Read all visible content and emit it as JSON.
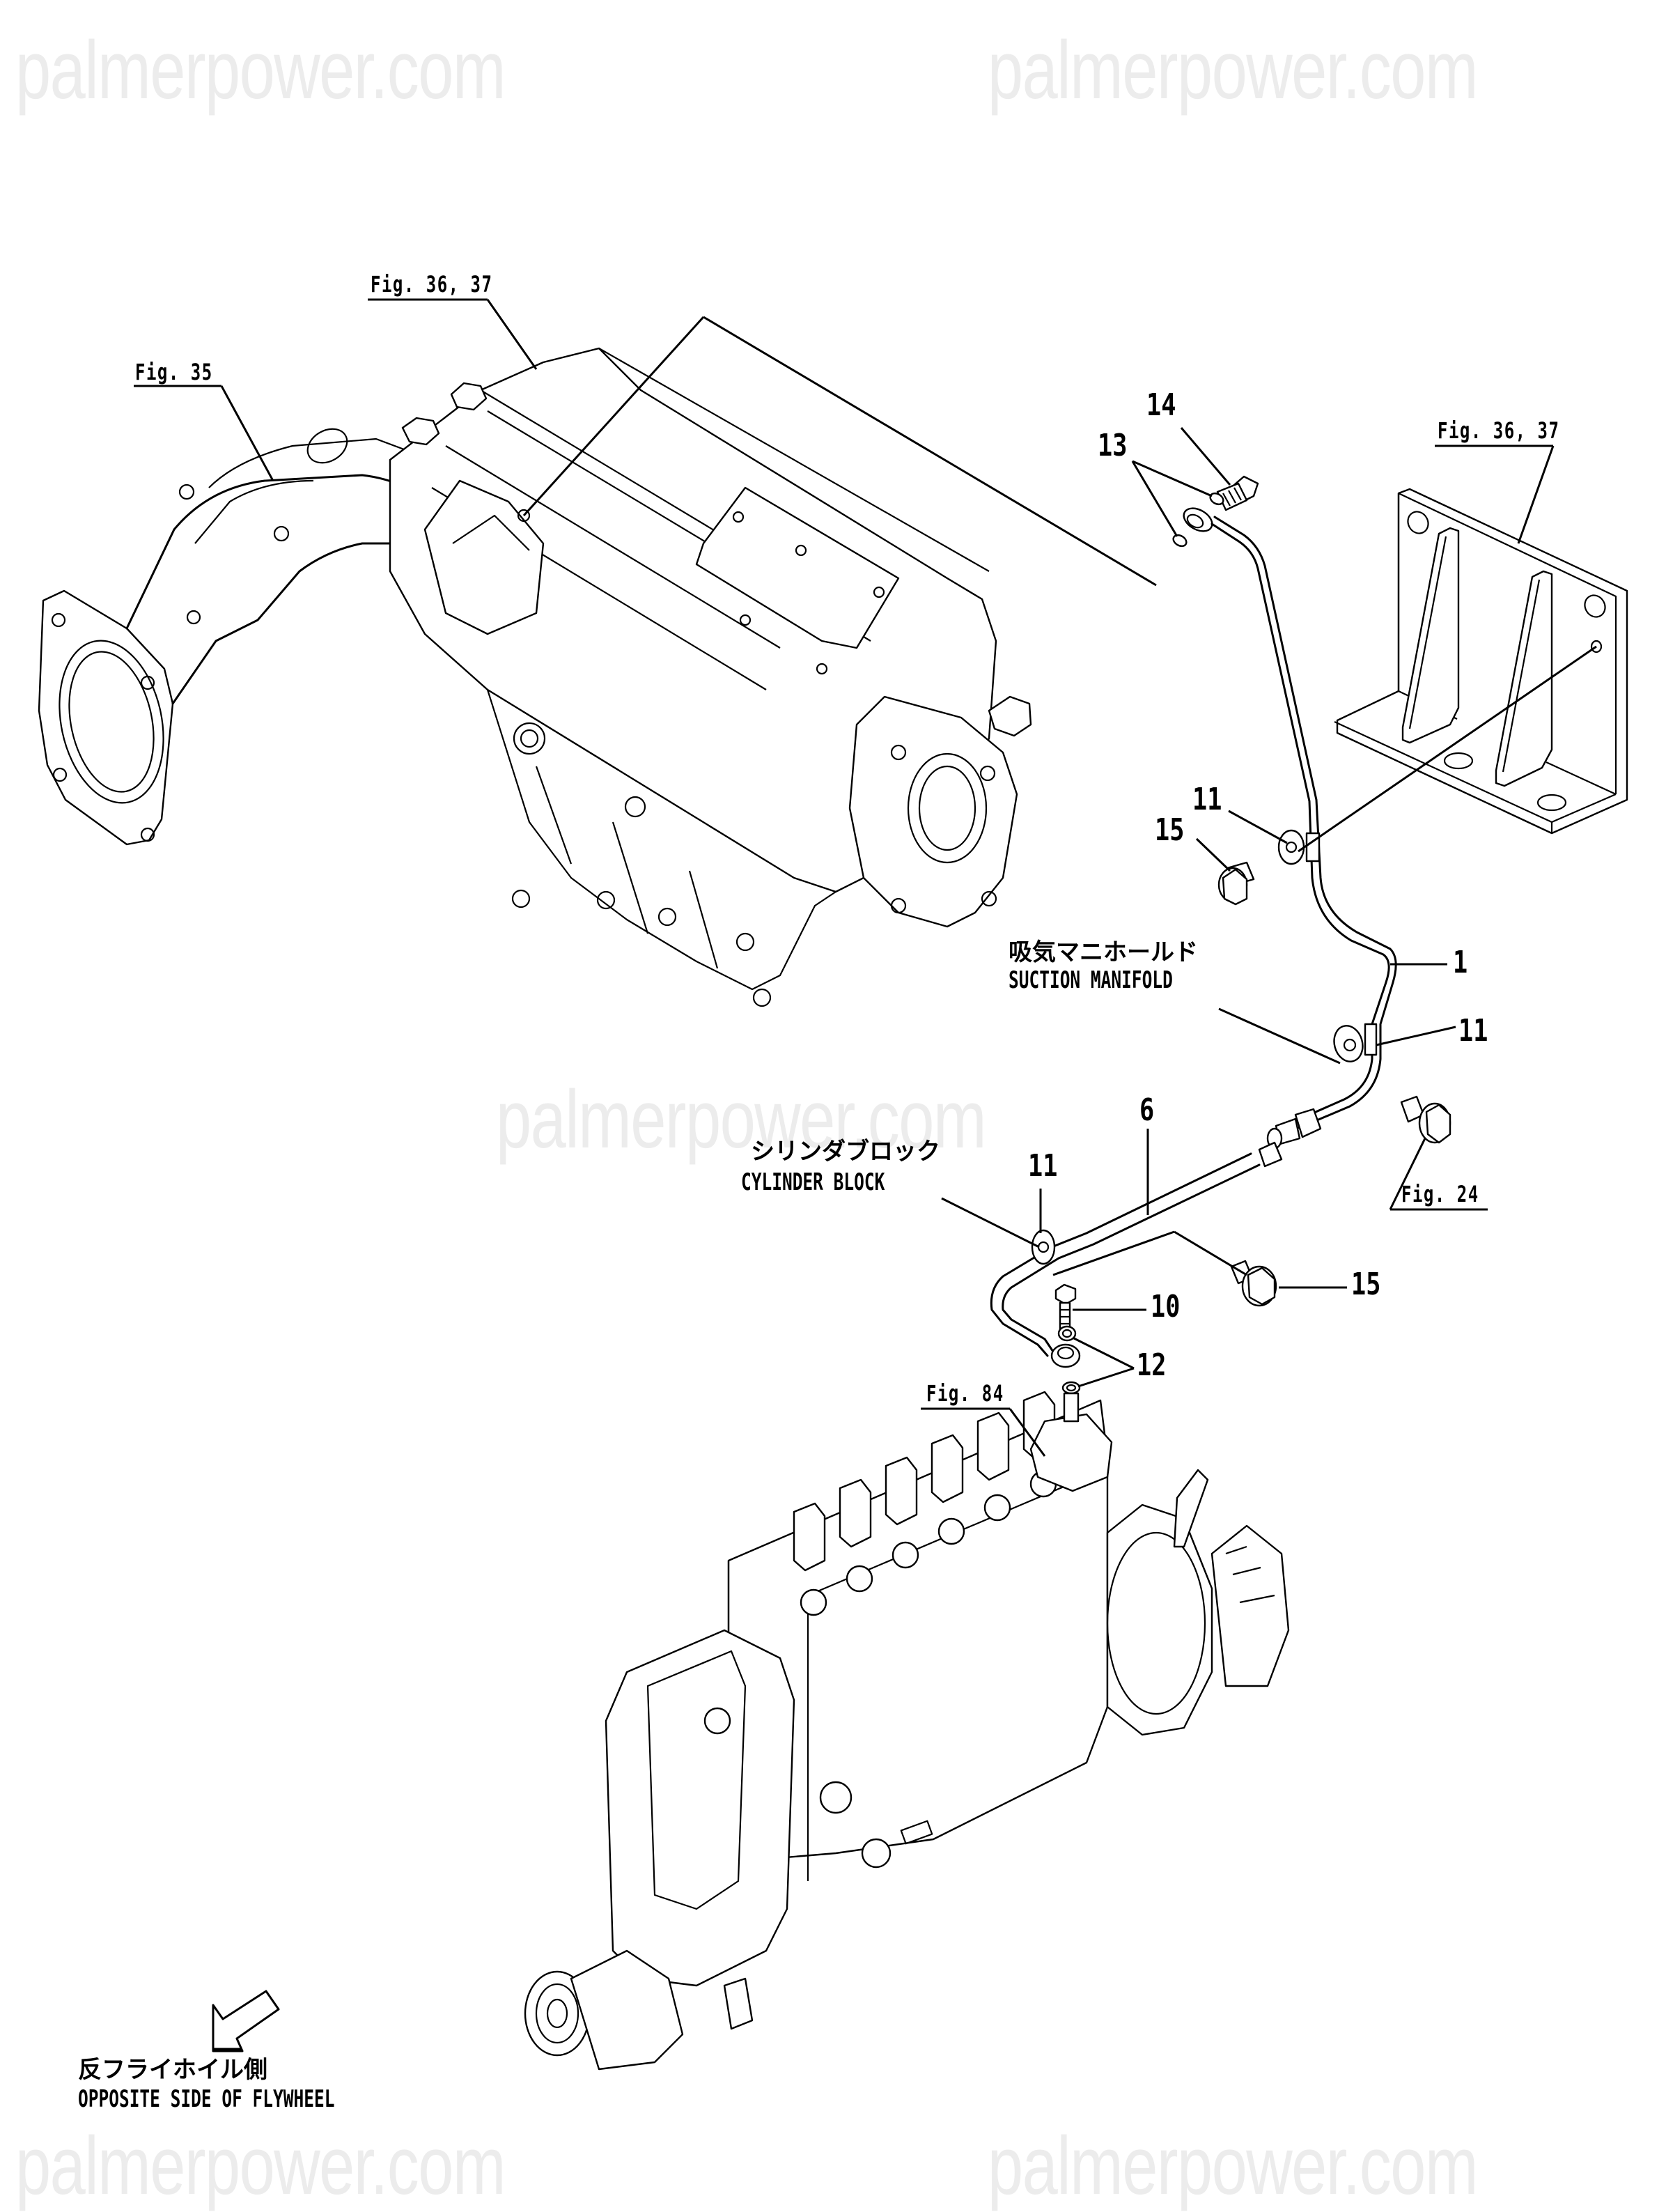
{
  "watermark": {
    "text": "palmerpower.com",
    "color": "#ececec"
  },
  "figure_refs": {
    "fig35": "Fig. 35",
    "fig36_37_top": "Fig. 36, 37",
    "fig36_37_bracket": "Fig. 36, 37",
    "fig24": "Fig. 24",
    "fig84": "Fig. 84"
  },
  "callouts": {
    "c1": "1",
    "c6": "6",
    "c10": "10",
    "c11_upper": "11",
    "c11_middle": "11",
    "c11_lower": "11",
    "c12": "12",
    "c13": "13",
    "c14": "14",
    "c15_upper": "15",
    "c15_lower": "15"
  },
  "annotations": {
    "suction_manifold_jp": "吸気マニホールド",
    "suction_manifold_en": "SUCTION MANIFOLD",
    "cylinder_block_jp": "シリンダブロック",
    "cylinder_block_en": "CYLINDER BLOCK",
    "opposite_side_jp": "反フライホイル側",
    "opposite_side_en": "OPPOSITE SIDE OF FLYWHEEL"
  },
  "components": {
    "intake_manifold": "intake-manifold",
    "bracket": "mounting-bracket",
    "injection_pump": "fuel-injection-pump",
    "pipe_1": "pipe-assembly-1",
    "pipe_6": "pipe-assembly-6"
  }
}
